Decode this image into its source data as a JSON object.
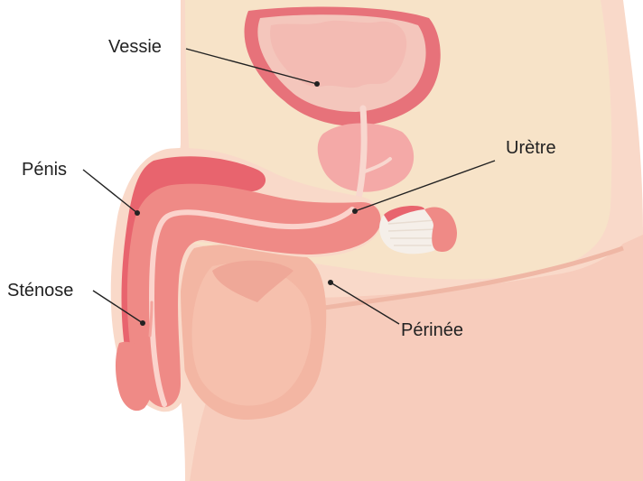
{
  "diagram": {
    "labels": {
      "bladder": "Vessie",
      "urethra": "Urètre",
      "penis": "Pénis",
      "stenosis": "Sténose",
      "perineum": "Périnée"
    },
    "colors": {
      "skin_light": "#f9d9c9",
      "skin_body": "#f7c9b8",
      "abdomen_cream": "#f7e3c8",
      "bladder_wall": "#e7727a",
      "bladder_inner": "#f4c6bc",
      "prostate": "#f4a9a7",
      "penis_dark": "#e8646e",
      "penis_mid": "#ef8a86",
      "urethra_line": "#fbd3cc",
      "scrotum": "#f3b6a3",
      "white_tissue": "#f5efe9"
    }
  }
}
